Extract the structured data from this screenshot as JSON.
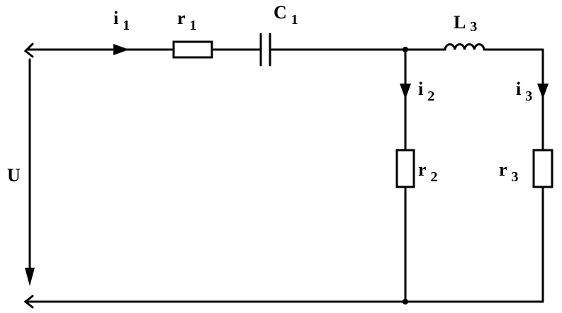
{
  "circuit": {
    "labels": {
      "i1": {
        "base": "i",
        "sub": "1"
      },
      "r1": {
        "base": "r",
        "sub": "1"
      },
      "c1": {
        "base": "C",
        "sub": "1"
      },
      "l3": {
        "base": "L",
        "sub": "3"
      },
      "i2": {
        "base": "i",
        "sub": "2"
      },
      "i3": {
        "base": "i",
        "sub": "3"
      },
      "r2": {
        "base": "r",
        "sub": "2"
      },
      "r3": {
        "base": "r",
        "sub": "3"
      },
      "u": "U"
    },
    "colors": {
      "ink": "#000000",
      "paper": "#ffffff"
    }
  }
}
